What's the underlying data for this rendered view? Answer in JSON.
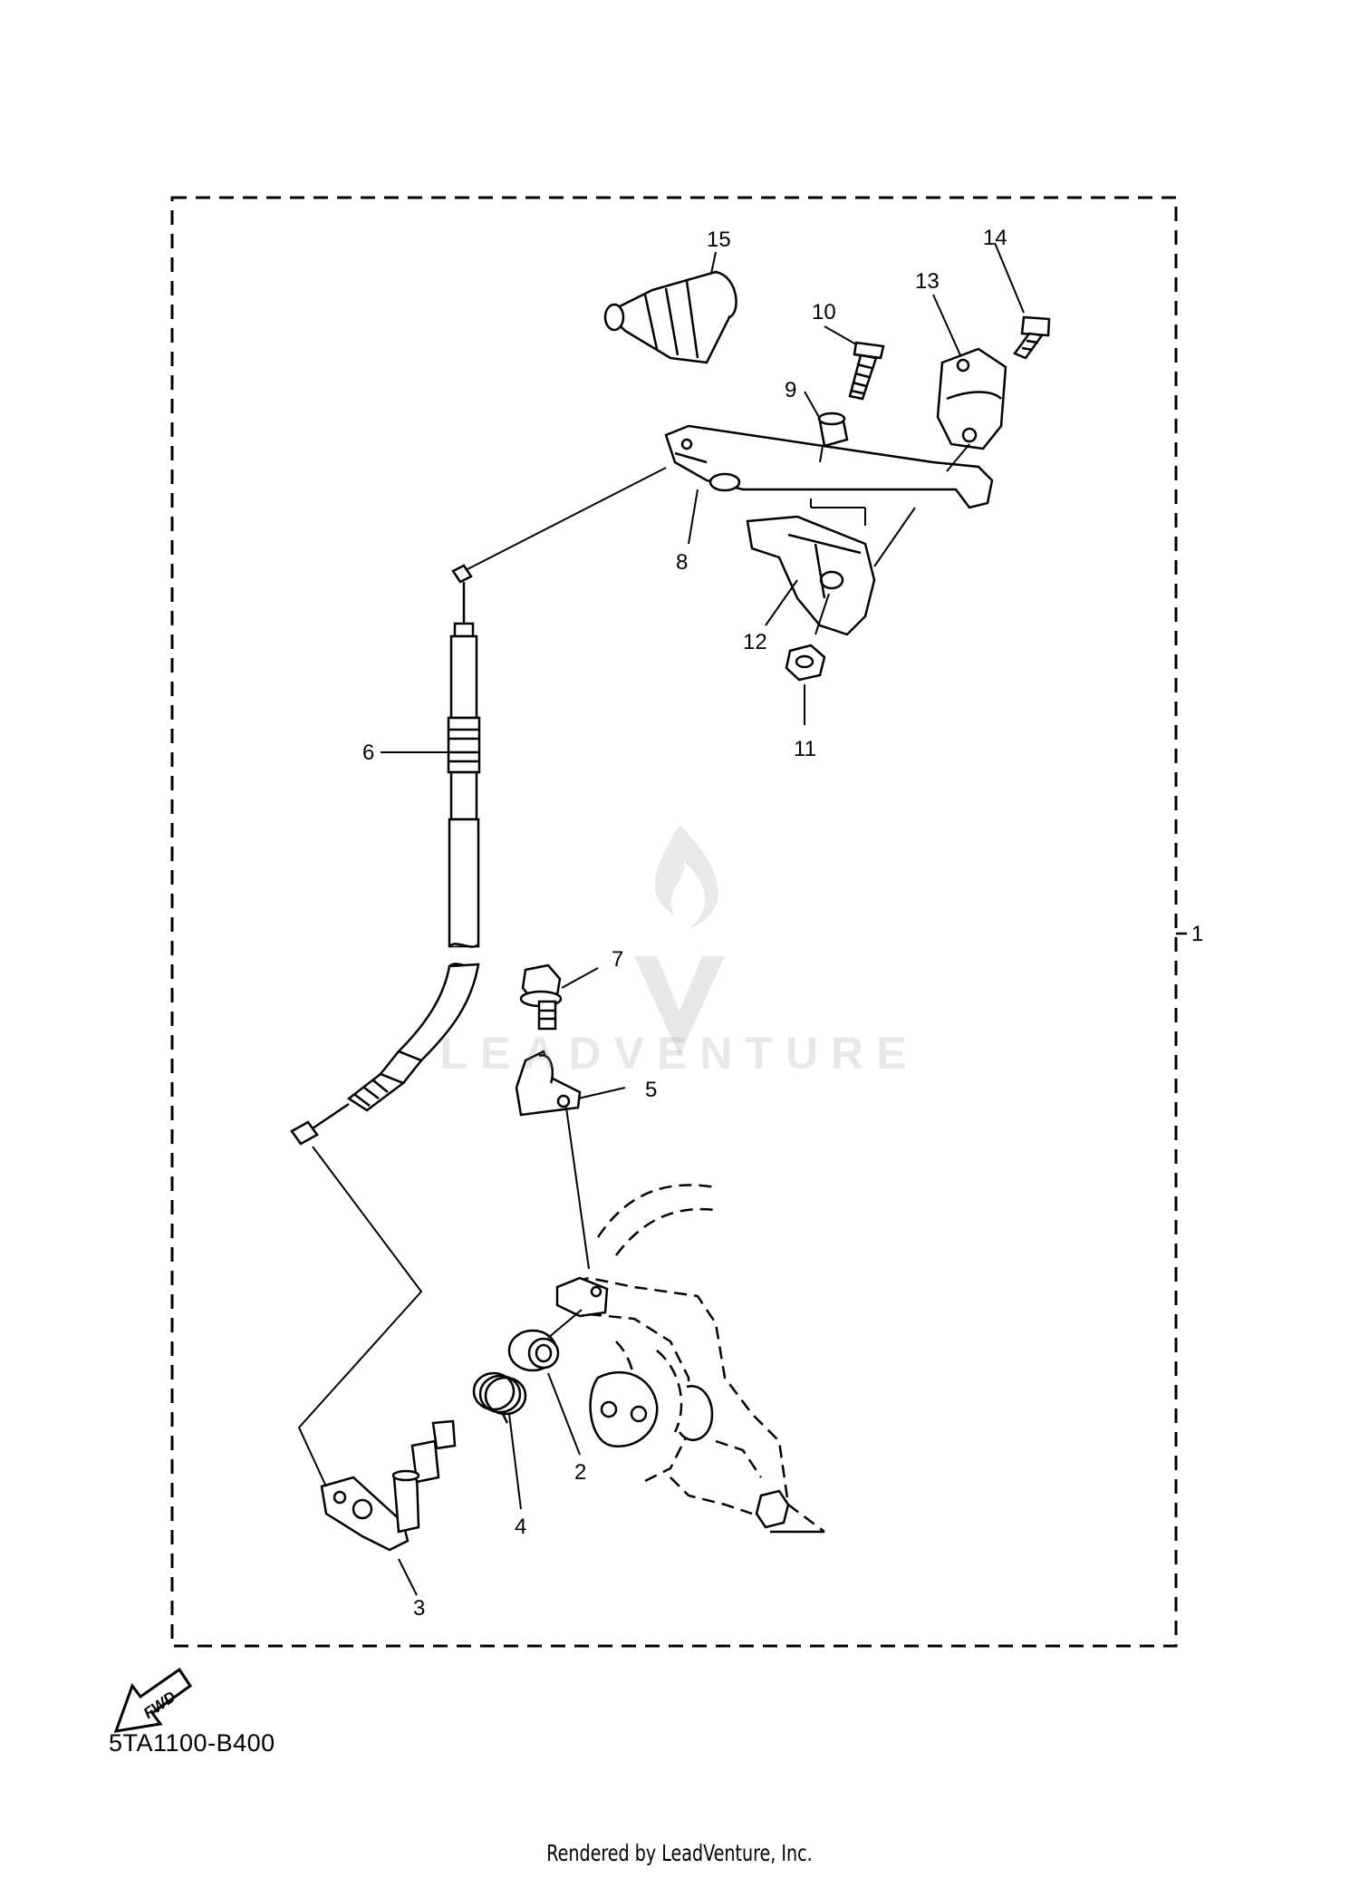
{
  "diagram": {
    "callouts": [
      "1",
      "2",
      "3",
      "4",
      "5",
      "6",
      "7",
      "8",
      "9",
      "10",
      "11",
      "12",
      "13",
      "14",
      "15"
    ],
    "fwd_label": "FWD",
    "watermark": "LEADVENTURE",
    "diagram_code": "5TA1100-B400",
    "rendered_by": "Rendered by LeadVenture, Inc."
  }
}
